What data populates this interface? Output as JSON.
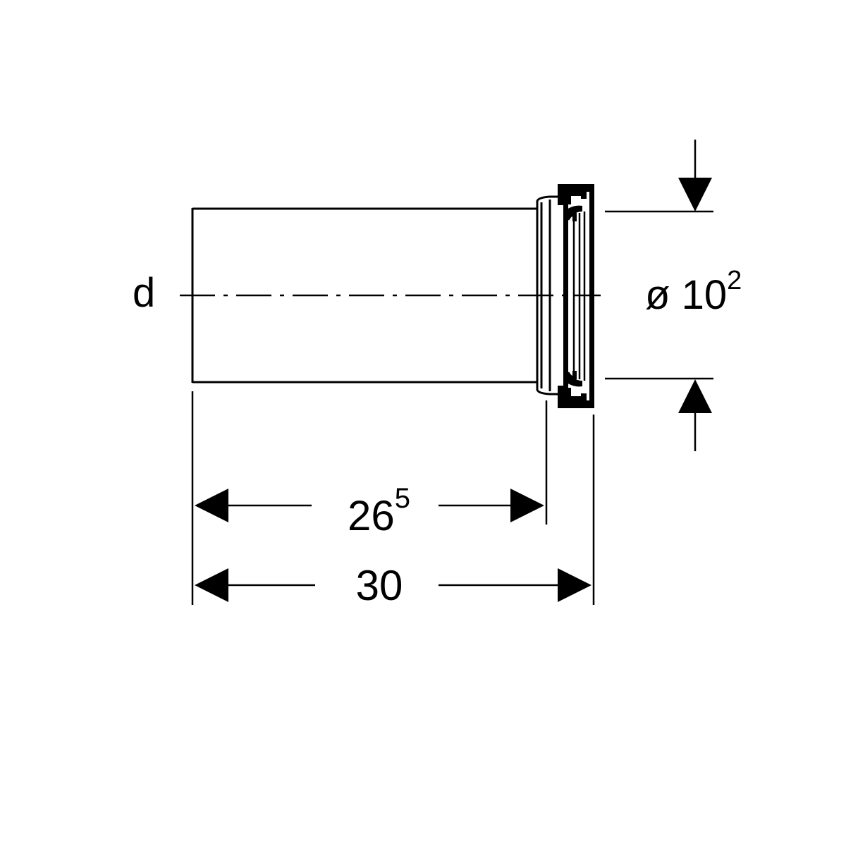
{
  "labels": {
    "diameter_label": "d",
    "diameter_symbol": "ø",
    "diameter_main": "10",
    "diameter_sup": "2",
    "inner_length_main": "26",
    "inner_length_sup": "5",
    "total_length": "30"
  },
  "colors": {
    "ink": "#000000",
    "paper": "#ffffff"
  }
}
